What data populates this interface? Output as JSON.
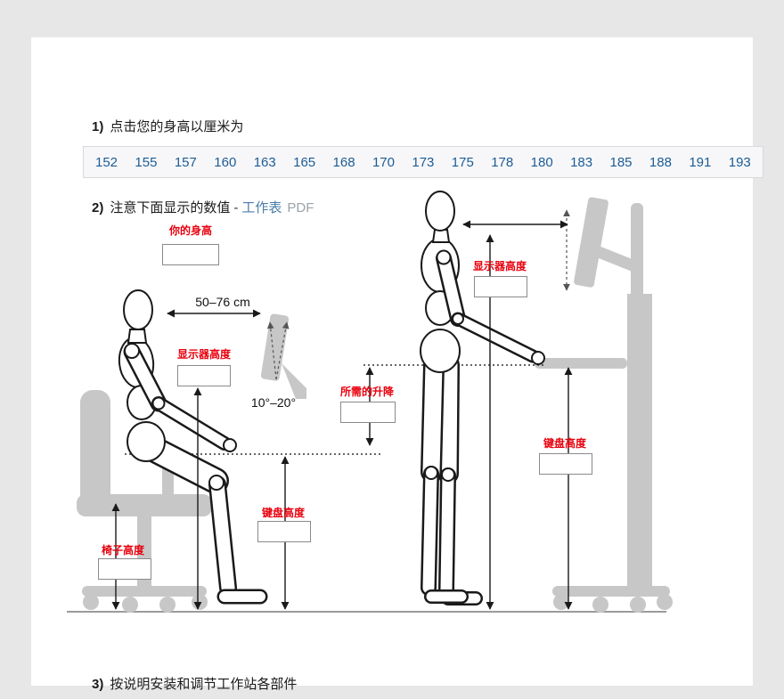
{
  "step1": {
    "number": "1)",
    "text": "点击您的身高以厘米为"
  },
  "step2": {
    "number": "2)",
    "text": "注意下面显示的数值",
    "separator": "-",
    "worksheet_link": "工作表",
    "pdf_link": "PDF"
  },
  "step3": {
    "number": "3)",
    "text": "按说明安装和调节工作站各部件"
  },
  "heights": [
    "152",
    "155",
    "157",
    "160",
    "163",
    "165",
    "168",
    "170",
    "173",
    "175",
    "178",
    "180",
    "183",
    "185",
    "188",
    "191",
    "193"
  ],
  "diagram": {
    "your_height_label": "你的身高",
    "your_height_value": "",
    "monitor_height_sitting_label": "显示器高度",
    "monitor_height_sitting_value": "",
    "keyboard_height_sitting_label": "键盘高度",
    "keyboard_height_sitting_value": "",
    "chair_height_label": "椅子高度",
    "chair_height_value": "",
    "monitor_height_standing_label": "显示器高度",
    "monitor_height_standing_value": "",
    "lift_range_label": "所需的升降",
    "lift_range_value": "",
    "keyboard_height_standing_label": "键盘高度",
    "keyboard_height_standing_value": "",
    "viewing_distance_label": "50–76 cm",
    "tilt_angle_label": "10°–20°"
  },
  "colors": {
    "label_red": "#e8000d",
    "height_value_blue": "#1d5c94",
    "worksheet_link_blue": "#4a7ca9",
    "pdf_gray": "#9aa2a8",
    "silhouette_gray": "#c7c7c7",
    "page_background": "#e7e7e7"
  }
}
